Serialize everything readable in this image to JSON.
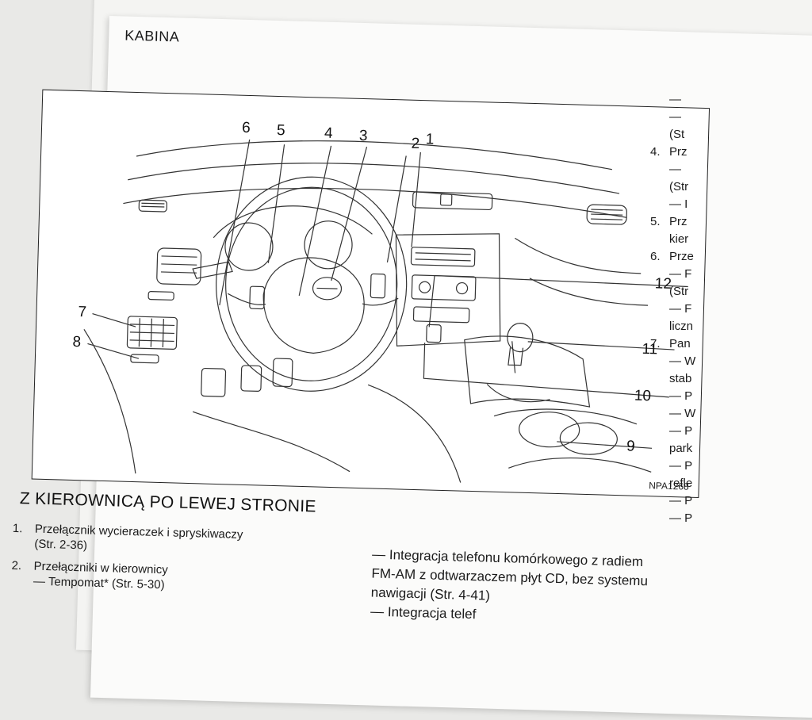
{
  "page": {
    "section_title": "KABINA",
    "figure_code": "NPA1268",
    "callouts": [
      "1",
      "2",
      "3",
      "4",
      "5",
      "6",
      "7",
      "8",
      "9",
      "10",
      "11",
      "12"
    ],
    "heading": "Z KIEROWNICĄ PO LEWEJ STRONIE",
    "items": [
      {
        "num": "1.",
        "lines": [
          "Przełącznik wycieraczek i spryskiwaczy",
          "(Str. 2-36)"
        ]
      },
      {
        "num": "2.",
        "lines": [
          "Przełączniki w kierownicy",
          "— Tempomat* (Str. 5-30)"
        ]
      }
    ],
    "column2": [
      "— Integracja telefonu komórkowego z radiem",
      "FM-AM z odtwarzaczem płyt CD, bez systemu",
      "nawigacji (Str. 4-41)",
      "— Integracja telef"
    ],
    "column3": [
      {
        "n": "",
        "t": "—"
      },
      {
        "n": "",
        "t": "—"
      },
      {
        "n": "",
        "t": "(St"
      },
      {
        "n": "4.",
        "t": "Prz"
      },
      {
        "n": "",
        "t": "—"
      },
      {
        "n": "",
        "t": "(Str"
      },
      {
        "n": "",
        "t": "— I"
      },
      {
        "n": "5.",
        "t": "Prz"
      },
      {
        "n": "",
        "t": "kier"
      },
      {
        "n": "6.",
        "t": "Prze"
      },
      {
        "n": "",
        "t": "— F"
      },
      {
        "n": "",
        "t": "(Str"
      },
      {
        "n": "",
        "t": "— F"
      },
      {
        "n": "",
        "t": "liczn"
      },
      {
        "n": "7.",
        "t": "Pan"
      },
      {
        "n": "",
        "t": "— W"
      },
      {
        "n": "",
        "t": "stab"
      },
      {
        "n": "",
        "t": "— P"
      },
      {
        "n": "",
        "t": "— W"
      },
      {
        "n": "",
        "t": "— P"
      },
      {
        "n": "",
        "t": "park"
      },
      {
        "n": "",
        "t": "— P"
      },
      {
        "n": "",
        "t": "refle"
      },
      {
        "n": "",
        "t": "— P"
      },
      {
        "n": "",
        "t": "— P"
      }
    ]
  }
}
